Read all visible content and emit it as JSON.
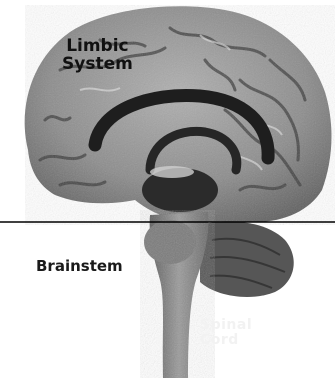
{
  "labels": {
    "limbic_line1": "Limbic",
    "limbic_line2": "System",
    "brainstem": "Brainstem",
    "spinal_line1": "Spinal",
    "spinal_line2": "Cord"
  },
  "colors": {
    "background": "#ffffff",
    "cortex": "#8a8a8a",
    "limbic": "#1e1e1e",
    "brainstem": "#6f6f6f",
    "cerebellum": "#565656",
    "divider_line": "#000000"
  }
}
